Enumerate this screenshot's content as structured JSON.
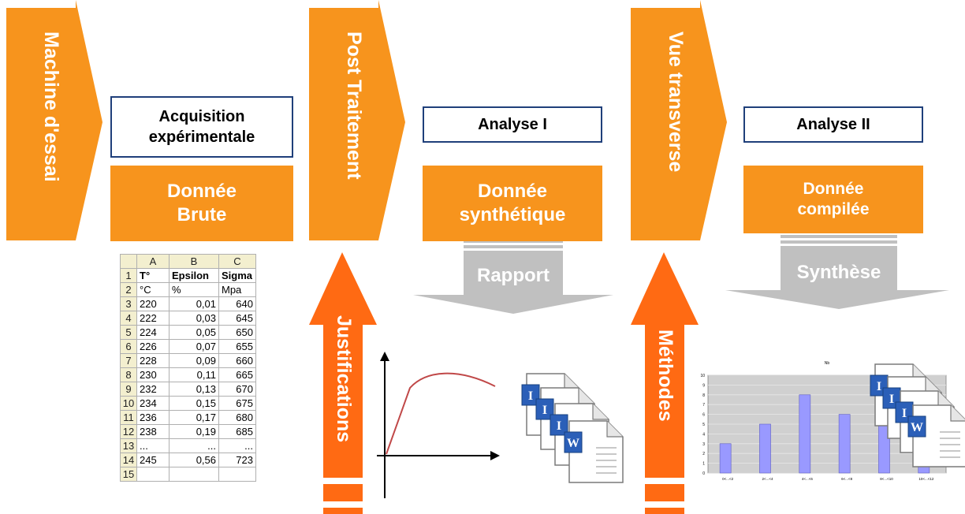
{
  "columns": [
    {
      "vertical_label": "Machine d'essai",
      "box_white": [
        "Acquisition",
        "expérimentale"
      ],
      "box_orange": [
        "Donnée",
        "Brute"
      ]
    },
    {
      "vertical_label": "Post Traitement",
      "box_white": [
        "Analyse I"
      ],
      "box_orange": [
        "Donnée",
        "synthétique"
      ],
      "gray_label": "Rapport",
      "up_arrow_label": "Justifications"
    },
    {
      "vertical_label": "Vue transverse",
      "box_white": [
        "Analyse II"
      ],
      "box_orange": [
        "Donnée",
        "compilée"
      ],
      "gray_label": "Synthèse",
      "up_arrow_label": "Méthodes"
    }
  ],
  "spreadsheet": {
    "col_headers": [
      "",
      "A",
      "B",
      "C"
    ],
    "rows": [
      [
        "1",
        "T°",
        "Epsilon",
        "Sigma"
      ],
      [
        "2",
        "°C",
        "%",
        "Mpa"
      ],
      [
        "3",
        "220",
        "0,01",
        "640"
      ],
      [
        "4",
        "222",
        "0,03",
        "645"
      ],
      [
        "5",
        "224",
        "0,05",
        "650"
      ],
      [
        "6",
        "226",
        "0,07",
        "655"
      ],
      [
        "7",
        "228",
        "0,09",
        "660"
      ],
      [
        "8",
        "230",
        "0,11",
        "665"
      ],
      [
        "9",
        "232",
        "0,13",
        "670"
      ],
      [
        "10",
        "234",
        "0,15",
        "675"
      ],
      [
        "11",
        "236",
        "0,17",
        "680"
      ],
      [
        "12",
        "238",
        "0,19",
        "685"
      ],
      [
        "13",
        "...",
        "...",
        "..."
      ],
      [
        "14",
        "245",
        "0,56",
        "723"
      ],
      [
        "15",
        "",
        "",
        ""
      ]
    ]
  },
  "mini_chart": {
    "title": "Nb",
    "categories": [
      "0<...<2",
      "2<...<4",
      "4<...<6",
      "6<...<8",
      "8<...<10",
      "10<...<12"
    ],
    "values": [
      3,
      5,
      8,
      6,
      9,
      4
    ],
    "ylim": [
      0,
      10
    ],
    "bar_color": "#9999ff"
  },
  "colors": {
    "orange": "#f7941d",
    "orange_red": "#ff6a13",
    "gray": "#c0c0c0",
    "navy": "#1f3f7a"
  }
}
